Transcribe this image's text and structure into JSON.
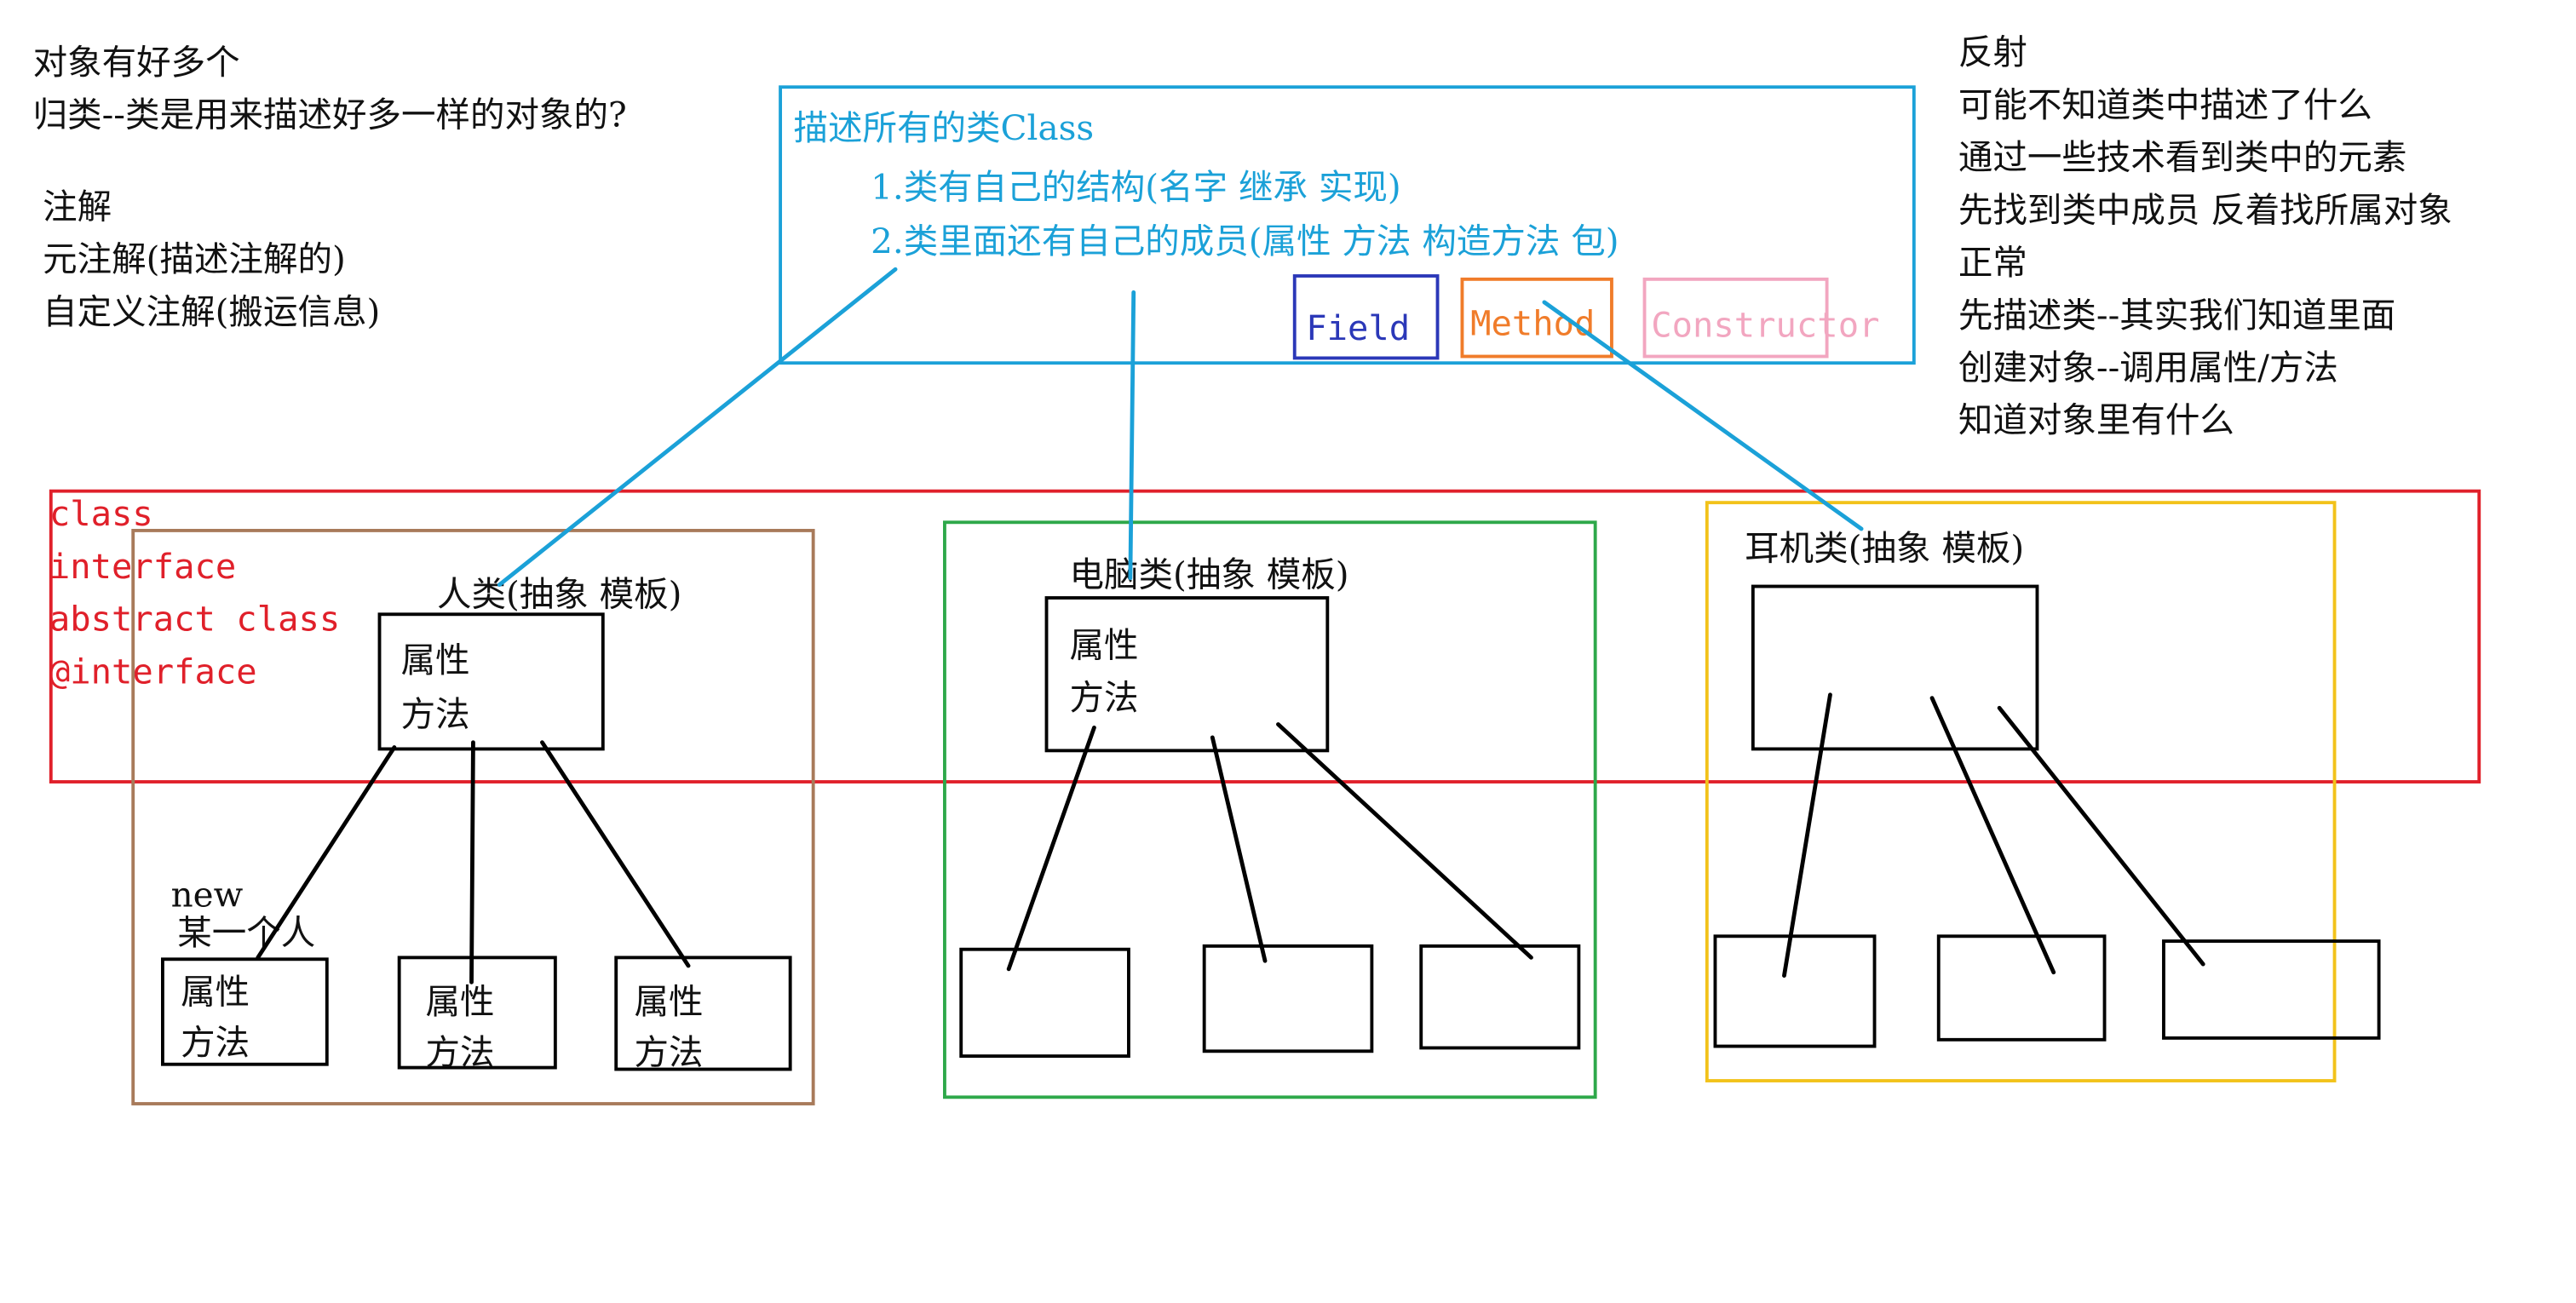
{
  "notes_topleft": [
    "对象有好多个",
    "归类--类是用来描述好多一样的对象的?"
  ],
  "notes_annotation": [
    "注解",
    "元注解(描述注解的)",
    "自定义注解(搬运信息)"
  ],
  "notes_reflection": [
    "反射",
    "可能不知道类中描述了什么",
    "通过一些技术看到类中的元素",
    "先找到类中成员 反着找所属对象",
    "正常",
    "先描述类--其实我们知道里面",
    "创建对象--调用属性/方法",
    "知道对象里有什么"
  ],
  "class_box": {
    "title": "描述所有的类Class",
    "item1": "1.类有自己的结构(名字 继承 实现)",
    "item2": "2.类里面还有自己的成员(属性 方法 构造方法 包)",
    "field": "Field",
    "method": "Method",
    "constructor": "Constructor"
  },
  "type_kinds": [
    "class",
    "interface",
    "abstract class",
    "@interface"
  ],
  "person": {
    "title": "人类(抽象 模板)",
    "attr": "属性",
    "method": "方法",
    "new_label": "new",
    "instance_label": "某一个人",
    "children": [
      {
        "attr": "属性",
        "method": "方法"
      },
      {
        "attr": "属性",
        "method": "方法"
      },
      {
        "attr": "属性",
        "method": "方法"
      }
    ]
  },
  "computer": {
    "title": "电脑类(抽象 模板)",
    "attr": "属性",
    "method": "方法"
  },
  "earphone": {
    "title": "耳机类(抽象 模板)"
  },
  "colors": {
    "blue": "#1ba1d8",
    "red": "#e0202a",
    "brown": "#a87a5a",
    "green": "#2ea84a",
    "yellow": "#f2c21a",
    "field": "#2b38b8",
    "method": "#f07c2a",
    "constructor": "#f2a6c0"
  }
}
